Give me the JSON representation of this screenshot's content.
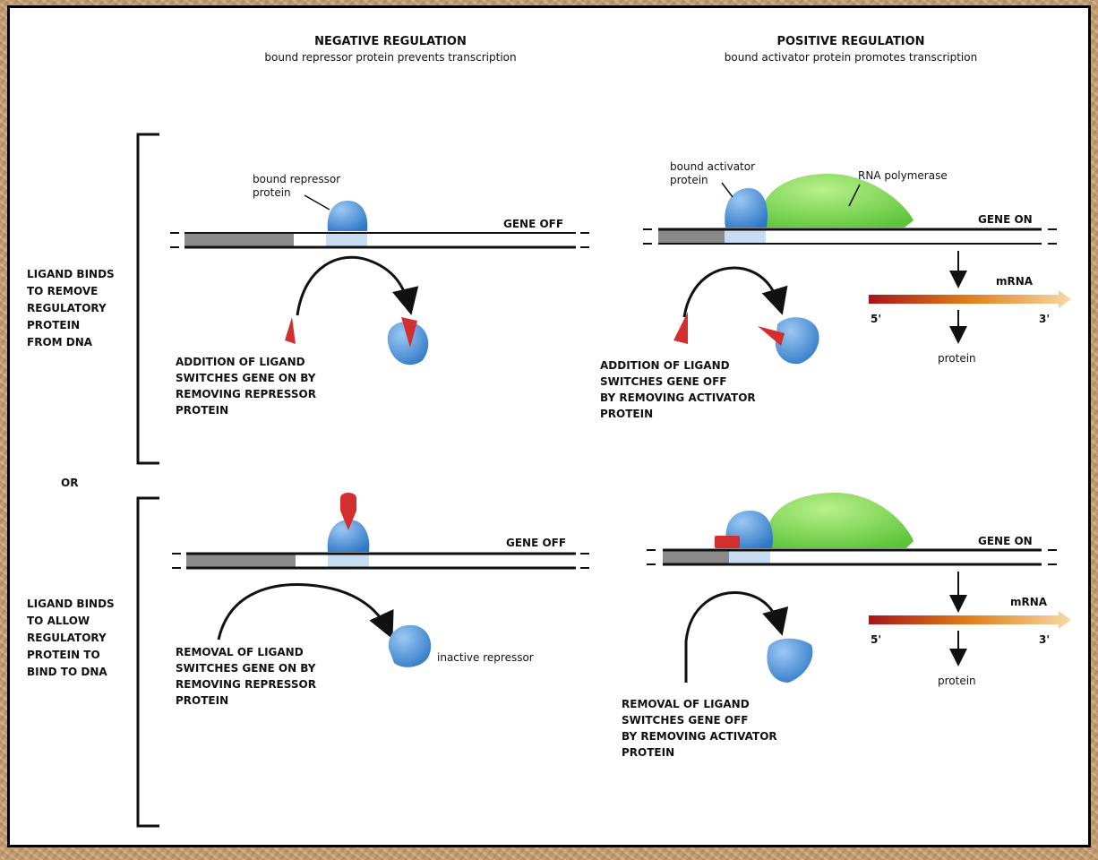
{
  "headers": {
    "neg_title": "NEGATIVE REGULATION",
    "neg_sub": "bound repressor protein prevents transcription",
    "pos_title": "POSITIVE REGULATION",
    "pos_sub": "bound activator protein promotes transcription"
  },
  "side": {
    "top": [
      "LIGAND BINDS",
      "TO REMOVE",
      "REGULATORY",
      "PROTEIN",
      "FROM DNA"
    ],
    "or": "OR",
    "bottom": [
      "LIGAND BINDS",
      "TO ALLOW",
      "REGULATORY",
      "PROTEIN TO",
      "BIND TO DNA"
    ]
  },
  "q1": {
    "label": [
      "bound repressor",
      "protein"
    ],
    "gene": "GENE OFF",
    "caption": [
      "ADDITION OF LIGAND",
      "SWITCHES GENE ON BY",
      "REMOVING REPRESSOR",
      "PROTEIN"
    ]
  },
  "q2": {
    "label": [
      "bound activator",
      "protein"
    ],
    "pol": "RNA polymerase",
    "gene": "GENE ON",
    "mrna": "mRNA",
    "five": "5'",
    "three": "3'",
    "protein": "protein",
    "caption": [
      "ADDITION OF LIGAND",
      "SWITCHES GENE OFF",
      "BY REMOVING ACTIVATOR",
      "PROTEIN"
    ]
  },
  "q3": {
    "gene": "GENE OFF",
    "inactive": "inactive repressor",
    "caption": [
      "REMOVAL OF LIGAND",
      "SWITCHES GENE ON BY",
      "REMOVING REPRESSOR",
      "PROTEIN"
    ]
  },
  "q4": {
    "gene": "GENE ON",
    "mrna": "mRNA",
    "five": "5'",
    "three": "3'",
    "protein": "protein",
    "caption": [
      "REMOVAL OF LIGAND",
      "SWITCHES GENE OFF",
      "BY REMOVING ACTIVATOR",
      "PROTEIN"
    ]
  },
  "colors": {
    "repressor": "#4a90d9",
    "activator": "#4a90d9",
    "polymerase": "#7ed957",
    "ligand": "#d32f2f",
    "promoter": "#8a8a8a"
  }
}
